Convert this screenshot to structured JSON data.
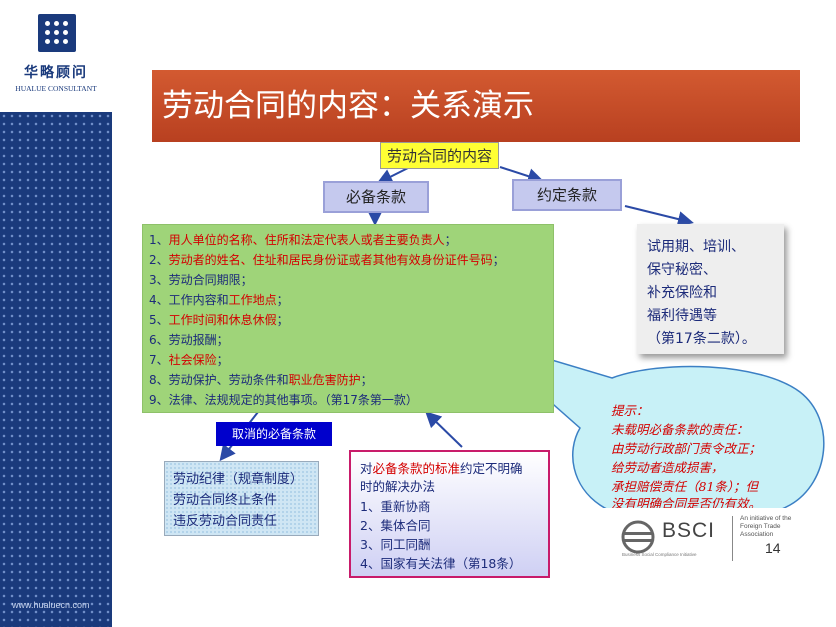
{
  "sidebar": {
    "logo_cn": "华略顾问",
    "logo_en": "HUALUE CONSULTANT",
    "url": "www.hualuecn.com"
  },
  "title": "劳动合同的内容：关系演示",
  "root": "劳动合同的内容",
  "branches": {
    "mandatory": "必备条款",
    "agreed": "约定条款"
  },
  "mandatory_items": [
    {
      "pre": "1、",
      "red": "用人单位的名称、住所和法定代表人或者主要负责人",
      "post": "；"
    },
    {
      "pre": "2、",
      "red": "劳动者的姓名、住址和居民身份证或者其他有效身份证件号码",
      "post": "；"
    },
    {
      "pre": "3、劳动合同期限；",
      "red": "",
      "post": ""
    },
    {
      "pre": "4、工作内容和",
      "red": "工作地点",
      "post": "；"
    },
    {
      "pre": "5、",
      "red": "工作时间和休息休假",
      "post": "；"
    },
    {
      "pre": "6、劳动报酬；",
      "red": "",
      "post": ""
    },
    {
      "pre": "7、",
      "red": "社会保险",
      "post": "；"
    },
    {
      "pre": "8、劳动保护、劳动条件和",
      "red": "职业危害防护",
      "post": "；"
    },
    {
      "pre": "9、法律、法规规定的其他事项。（第17条第一款）",
      "red": "",
      "post": ""
    }
  ],
  "agreed_items": [
    "试用期、培训、",
    "保守秘密、",
    "补充保险和",
    "福利待遇等",
    "（第17条二款）。"
  ],
  "cancelled": {
    "label": "取消的必备条款",
    "items": [
      "劳动纪律（规章制度）",
      "劳动合同终止条件",
      "违反劳动合同责任"
    ]
  },
  "resolve": {
    "line1_pre": "对",
    "line1_red": "必备条款的标准",
    "line1_post": "约定不明确",
    "line2": "时的解决办法",
    "items": [
      "1、重新协商",
      "2、集体合同",
      "3、同工同酬",
      "4、国家有关法律（第18条）"
    ]
  },
  "tip": {
    "lines": [
      "提示：",
      "未载明必备条款的责任：",
      "由劳动行政部门责令改正；",
      "给劳动者造成损害，",
      "承担赔偿责任（81条）；但",
      "没有明确合同是否仍有效。"
    ]
  },
  "bsci": {
    "name": "BSCI",
    "tagline": "Business Social Compliance Initiative",
    "small": "An initiative of the Foreign Trade Association"
  },
  "page_number": "14"
}
